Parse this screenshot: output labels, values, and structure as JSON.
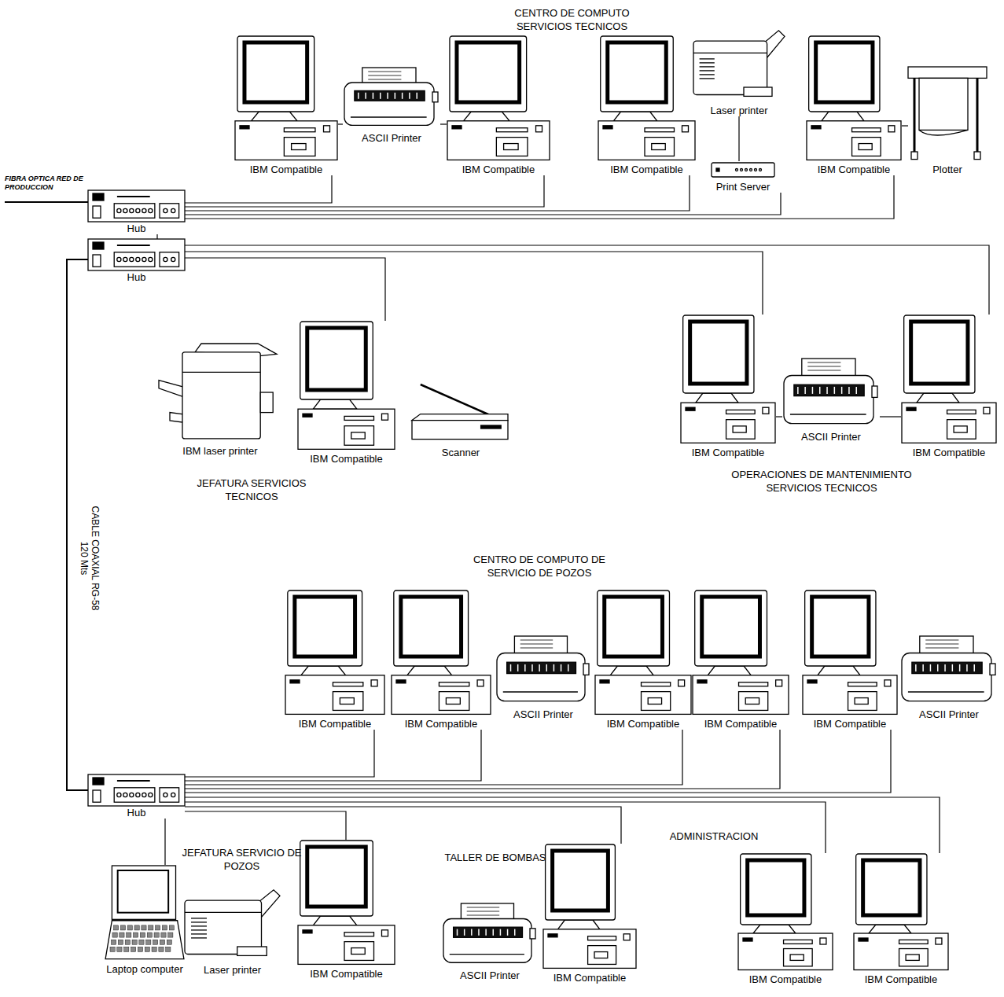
{
  "diagram": {
    "nodes": [
      {
        "text": [
          "IBM Compatible"
        ]
      },
      {
        "text": [
          "ASCII Printer"
        ]
      },
      {
        "text": [
          "IBM Compatible"
        ]
      },
      {
        "text": [
          "IBM Compatible"
        ]
      },
      {
        "text": [
          "Laser printer"
        ]
      },
      {
        "text": [
          "Print Server"
        ]
      },
      {
        "text": [
          "IBM Compatible"
        ]
      },
      {
        "text": [
          "Plotter"
        ]
      },
      {
        "text": [
          "Hub"
        ]
      },
      {
        "text": [
          "Hub"
        ]
      },
      {
        "text": [
          "IBM laser printer"
        ]
      },
      {
        "text": [
          "IBM Compatible"
        ]
      },
      {
        "text": [
          "Scanner"
        ]
      },
      {
        "text": [
          "IBM Compatible"
        ]
      },
      {
        "text": [
          "ASCII Printer"
        ]
      },
      {
        "text": [
          "IBM Compatible"
        ]
      },
      {
        "text": [
          "IBM Compatible"
        ]
      },
      {
        "text": [
          "IBM Compatible"
        ]
      },
      {
        "text": [
          "ASCII Printer"
        ]
      },
      {
        "text": [
          "IBM Compatible"
        ]
      },
      {
        "text": [
          "IBM Compatible"
        ]
      },
      {
        "text": [
          "IBM Compatible"
        ]
      },
      {
        "text": [
          "ASCII Printer"
        ]
      },
      {
        "text": [
          "Hub"
        ]
      },
      {
        "text": [
          "Laptop computer"
        ]
      },
      {
        "text": [
          "Laser printer"
        ]
      },
      {
        "text": [
          "IBM Compatible"
        ]
      },
      {
        "text": [
          "ASCII Printer"
        ]
      },
      {
        "text": [
          "IBM Compatible"
        ]
      },
      {
        "text": [
          "IBM Compatible"
        ]
      },
      {
        "text": [
          "IBM Compatible"
        ]
      }
    ],
    "edges": [
      {
        "from": 0,
        "to": 1,
        "arrow": "none"
      },
      {
        "from": 1,
        "to": 2,
        "arrow": "none"
      },
      {
        "from": 4,
        "to": 5,
        "arrow": "none"
      },
      {
        "from": 6,
        "to": 7,
        "arrow": "none"
      },
      {
        "from": 8,
        "to": 0,
        "arrow": "none"
      },
      {
        "from": 8,
        "to": 2,
        "arrow": "none"
      },
      {
        "from": 8,
        "to": 3,
        "arrow": "none"
      },
      {
        "from": 8,
        "to": 5,
        "arrow": "none"
      },
      {
        "from": 8,
        "to": 6,
        "arrow": "none"
      },
      {
        "from": 8,
        "to": 9,
        "arrow": "none"
      },
      {
        "from": 9,
        "to": 11,
        "arrow": "none"
      },
      {
        "from": 9,
        "to": 13,
        "arrow": "none"
      },
      {
        "from": 9,
        "to": 15,
        "arrow": "none"
      },
      {
        "from": 9,
        "to": 23,
        "label": "CABLE COAXIAL RG-58 120 Mts",
        "arrow": "none"
      },
      {
        "from": 13,
        "to": 14,
        "arrow": "none"
      },
      {
        "from": 14,
        "to": 15,
        "arrow": "none"
      },
      {
        "from": 23,
        "to": 16,
        "arrow": "none"
      },
      {
        "from": 23,
        "to": 17,
        "arrow": "none"
      },
      {
        "from": 23,
        "to": 19,
        "arrow": "none"
      },
      {
        "from": 23,
        "to": 20,
        "arrow": "none"
      },
      {
        "from": 23,
        "to": 21,
        "arrow": "none"
      },
      {
        "from": 23,
        "to": 24,
        "arrow": "none"
      },
      {
        "from": 23,
        "to": 26,
        "arrow": "none"
      },
      {
        "from": 23,
        "to": 28,
        "arrow": "none"
      },
      {
        "from": 23,
        "to": 29,
        "arrow": "none"
      },
      {
        "from": 23,
        "to": 30,
        "arrow": "none"
      }
    ],
    "labels": [
      "CENTRO DE COMPUTO SERVICIOS TECNICOS",
      "FIBRA OPTICA RED DE PRODUCCION",
      "JEFATURA SERVICIOS TECNICOS",
      "OPERACIONES DE MANTENIMIENTO SERVICIOS TECNICOS",
      "CENTRO DE COMPUTO DE SERVICIO DE POZOS",
      "JEFATURA SERVICIO DE POZOS",
      "TALLER DE BOMBAS",
      "ADMINISTRACION"
    ]
  }
}
